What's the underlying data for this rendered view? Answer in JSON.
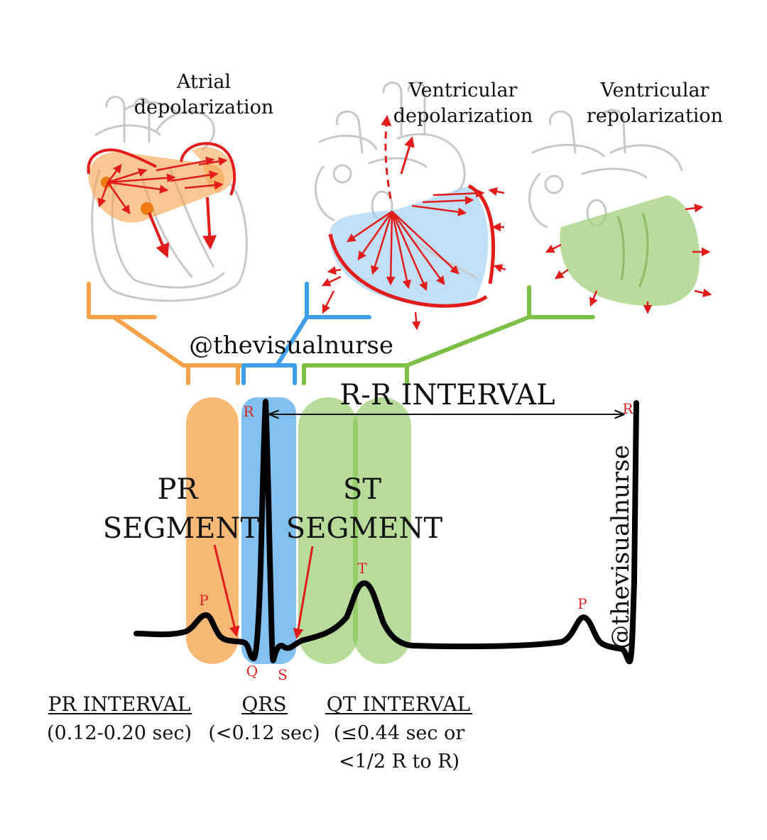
{
  "colors": {
    "atrial": "#f6a24a",
    "qrs": "#3f9ee8",
    "st": "#7cbf45",
    "arrow": "#e21b1b",
    "heart_outline": "#c8c8c8",
    "ecg": "#000000"
  },
  "heart_labels": {
    "atrial": [
      "Atrial",
      "depolarization"
    ],
    "ventricular_depol": [
      "Ventricular",
      "depolarization"
    ],
    "ventricular_repol": [
      "Ventricular",
      "repolarization"
    ]
  },
  "watermark": "@thevisualnurse",
  "rr_interval": "R-R INTERVAL",
  "segments": {
    "pr": [
      "PR",
      "SEGMENT"
    ],
    "st": [
      "ST",
      "SEGMENT"
    ]
  },
  "wave_labels": {
    "p": "P",
    "q": "Q",
    "r": "R",
    "s": "S",
    "t": "T"
  },
  "intervals": {
    "pr": {
      "name": "PR INTERVAL",
      "range": "(0.12-0.20 sec)"
    },
    "qrs": {
      "name": "QRS",
      "range": "(<0.12 sec)"
    },
    "qt": {
      "name": "QT INTERVAL",
      "range_lines": [
        "(≤0.44 sec or",
        "<1/2 R to R)"
      ]
    }
  }
}
